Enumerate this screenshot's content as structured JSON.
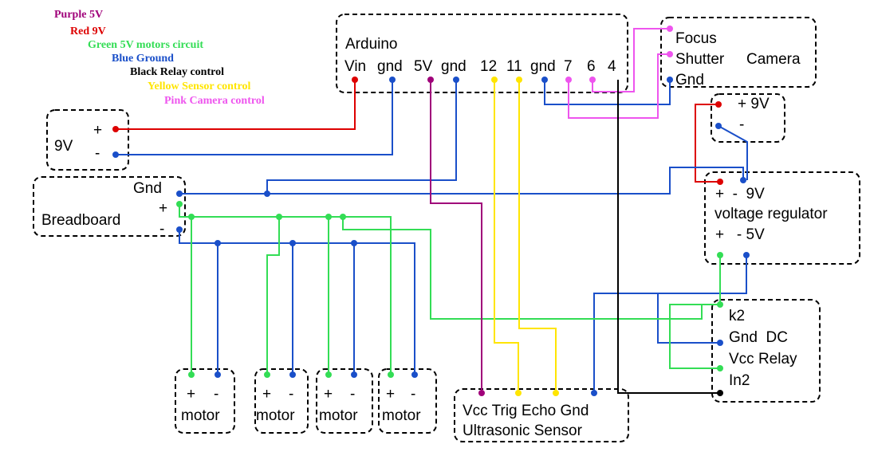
{
  "colors": {
    "purple": "#a0007a",
    "red": "#dd0000",
    "green": "#33dd55",
    "blue": "#1a4fc9",
    "black": "#000000",
    "yellow": "#ffe500",
    "pink": "#ee55ee"
  },
  "legend": [
    {
      "text": "Purple 5V",
      "color": "#a0007a"
    },
    {
      "text": "Red 9V",
      "color": "#dd0000"
    },
    {
      "text": "Green 5V motors circuit",
      "color": "#33dd55"
    },
    {
      "text": "Blue Ground",
      "color": "#1a4fc9"
    },
    {
      "text": "Black Relay control",
      "color": "#000000"
    },
    {
      "text": "Yellow Sensor control",
      "color": "#ffe500"
    },
    {
      "text": "Pink Camera control",
      "color": "#ee55ee"
    }
  ],
  "arduino": {
    "title": "Arduino",
    "pins": [
      "Vin",
      "gnd",
      "5V",
      "gnd",
      "12",
      "11",
      "gnd",
      "7",
      "6",
      "4"
    ]
  },
  "camera": {
    "focus": "Focus",
    "shutter": "Shutter",
    "title": "Camera",
    "gnd": "Gnd"
  },
  "battery_left": {
    "title": "9V",
    "plus": "+",
    "minus": "-"
  },
  "battery_right": {
    "plus": "+ 9V",
    "minus": "-"
  },
  "breadboard": {
    "title": "Breadboard",
    "gnd": "Gnd",
    "plus": "+",
    "minus": "-"
  },
  "regulator": {
    "in_label": "+  -  9V",
    "title": "voltage regulator",
    "out_label": "+   - 5V"
  },
  "relay": {
    "k2": "k2",
    "gnd": "Gnd  DC",
    "vcc": "Vcc Relay",
    "in2": "In2"
  },
  "motors": [
    {
      "plus": "+",
      "minus": "-",
      "label": "motor"
    },
    {
      "plus": "+",
      "minus": "-",
      "label": "motor"
    },
    {
      "plus": "+",
      "minus": "-",
      "label": "motor"
    },
    {
      "plus": "+",
      "minus": "-",
      "label": "motor"
    }
  ],
  "sensor": {
    "pins": "Vcc Trig Echo Gnd",
    "title": "Ultrasonic Sensor"
  }
}
